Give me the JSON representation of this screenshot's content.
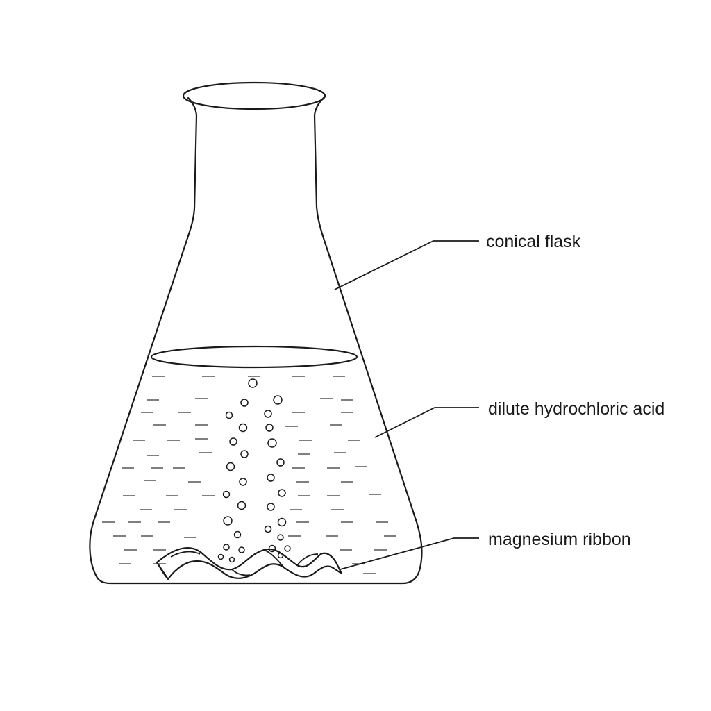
{
  "labels": {
    "flask": "conical flask",
    "acid": "dilute hydrochloric acid",
    "ribbon": "magnesium ribbon"
  }
}
